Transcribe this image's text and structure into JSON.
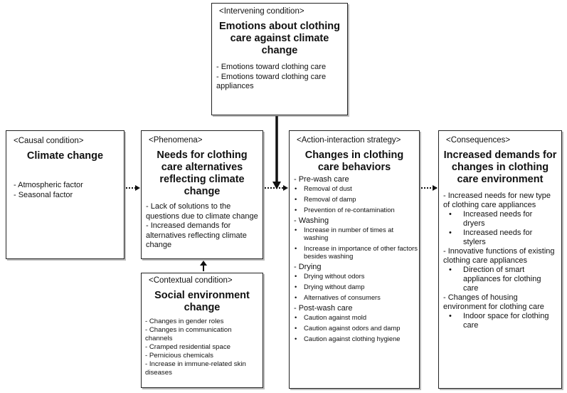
{
  "intervening": {
    "category": "<Intervening condition>",
    "title": "Emotions about clothing care against climate change",
    "items": [
      "- Emotions toward clothing care",
      "- Emotions toward clothing care appliances"
    ]
  },
  "causal": {
    "category": "<Causal condition>",
    "title": "Climate change",
    "items": [
      "- Atmospheric factor",
      "- Seasonal factor"
    ]
  },
  "phenomena": {
    "category": "<Phenomena>",
    "title": "Needs for clothing care alternatives reflecting climate change",
    "items": [
      "- Lack of solutions to the questions due to climate change",
      "- Increased demands for alternatives reflecting climate change"
    ]
  },
  "contextual": {
    "category": "<Contextual condition>",
    "title": "Social environment change",
    "items": [
      "- Changes in gender roles",
      "- Changes in communication channels",
      "- Cramped residential space",
      "- Pernicious chemicals",
      "- Increase in immune-related skin diseases"
    ]
  },
  "strategy": {
    "category": "<Action-interaction strategy>",
    "title": "Changes in clothing care behaviors",
    "groups": [
      {
        "label": "- Pre-wash care",
        "items": [
          "Removal of dust",
          "Removal of damp",
          "Prevention of re-contamination"
        ]
      },
      {
        "label": "- Washing",
        "items": [
          "Increase in number of times at washing",
          "Increase in importance of other factors besides washing"
        ]
      },
      {
        "label": "- Drying",
        "items": [
          "Drying without odors",
          "Drying without damp",
          "Alternatives of consumers"
        ]
      },
      {
        "label": "- Post-wash care",
        "items": [
          "Caution against mold",
          "Caution against odors and damp",
          "Caution against clothing hygiene"
        ]
      }
    ]
  },
  "consequences": {
    "category": "<Consequences>",
    "title": "Increased demands for changes in clothing care environment",
    "groups": [
      {
        "label": "- Increased needs for new type of clothing care appliances",
        "items": [
          "Increased needs for dryers",
          "Increased needs for stylers"
        ]
      },
      {
        "label": "- Innovative functions of existing clothing care appliances",
        "items": [
          "Direction of smart appliances for clothing care"
        ]
      },
      {
        "label": "- Changes of housing environment for clothing care",
        "items": [
          "Indoor space for clothing care"
        ]
      }
    ]
  }
}
